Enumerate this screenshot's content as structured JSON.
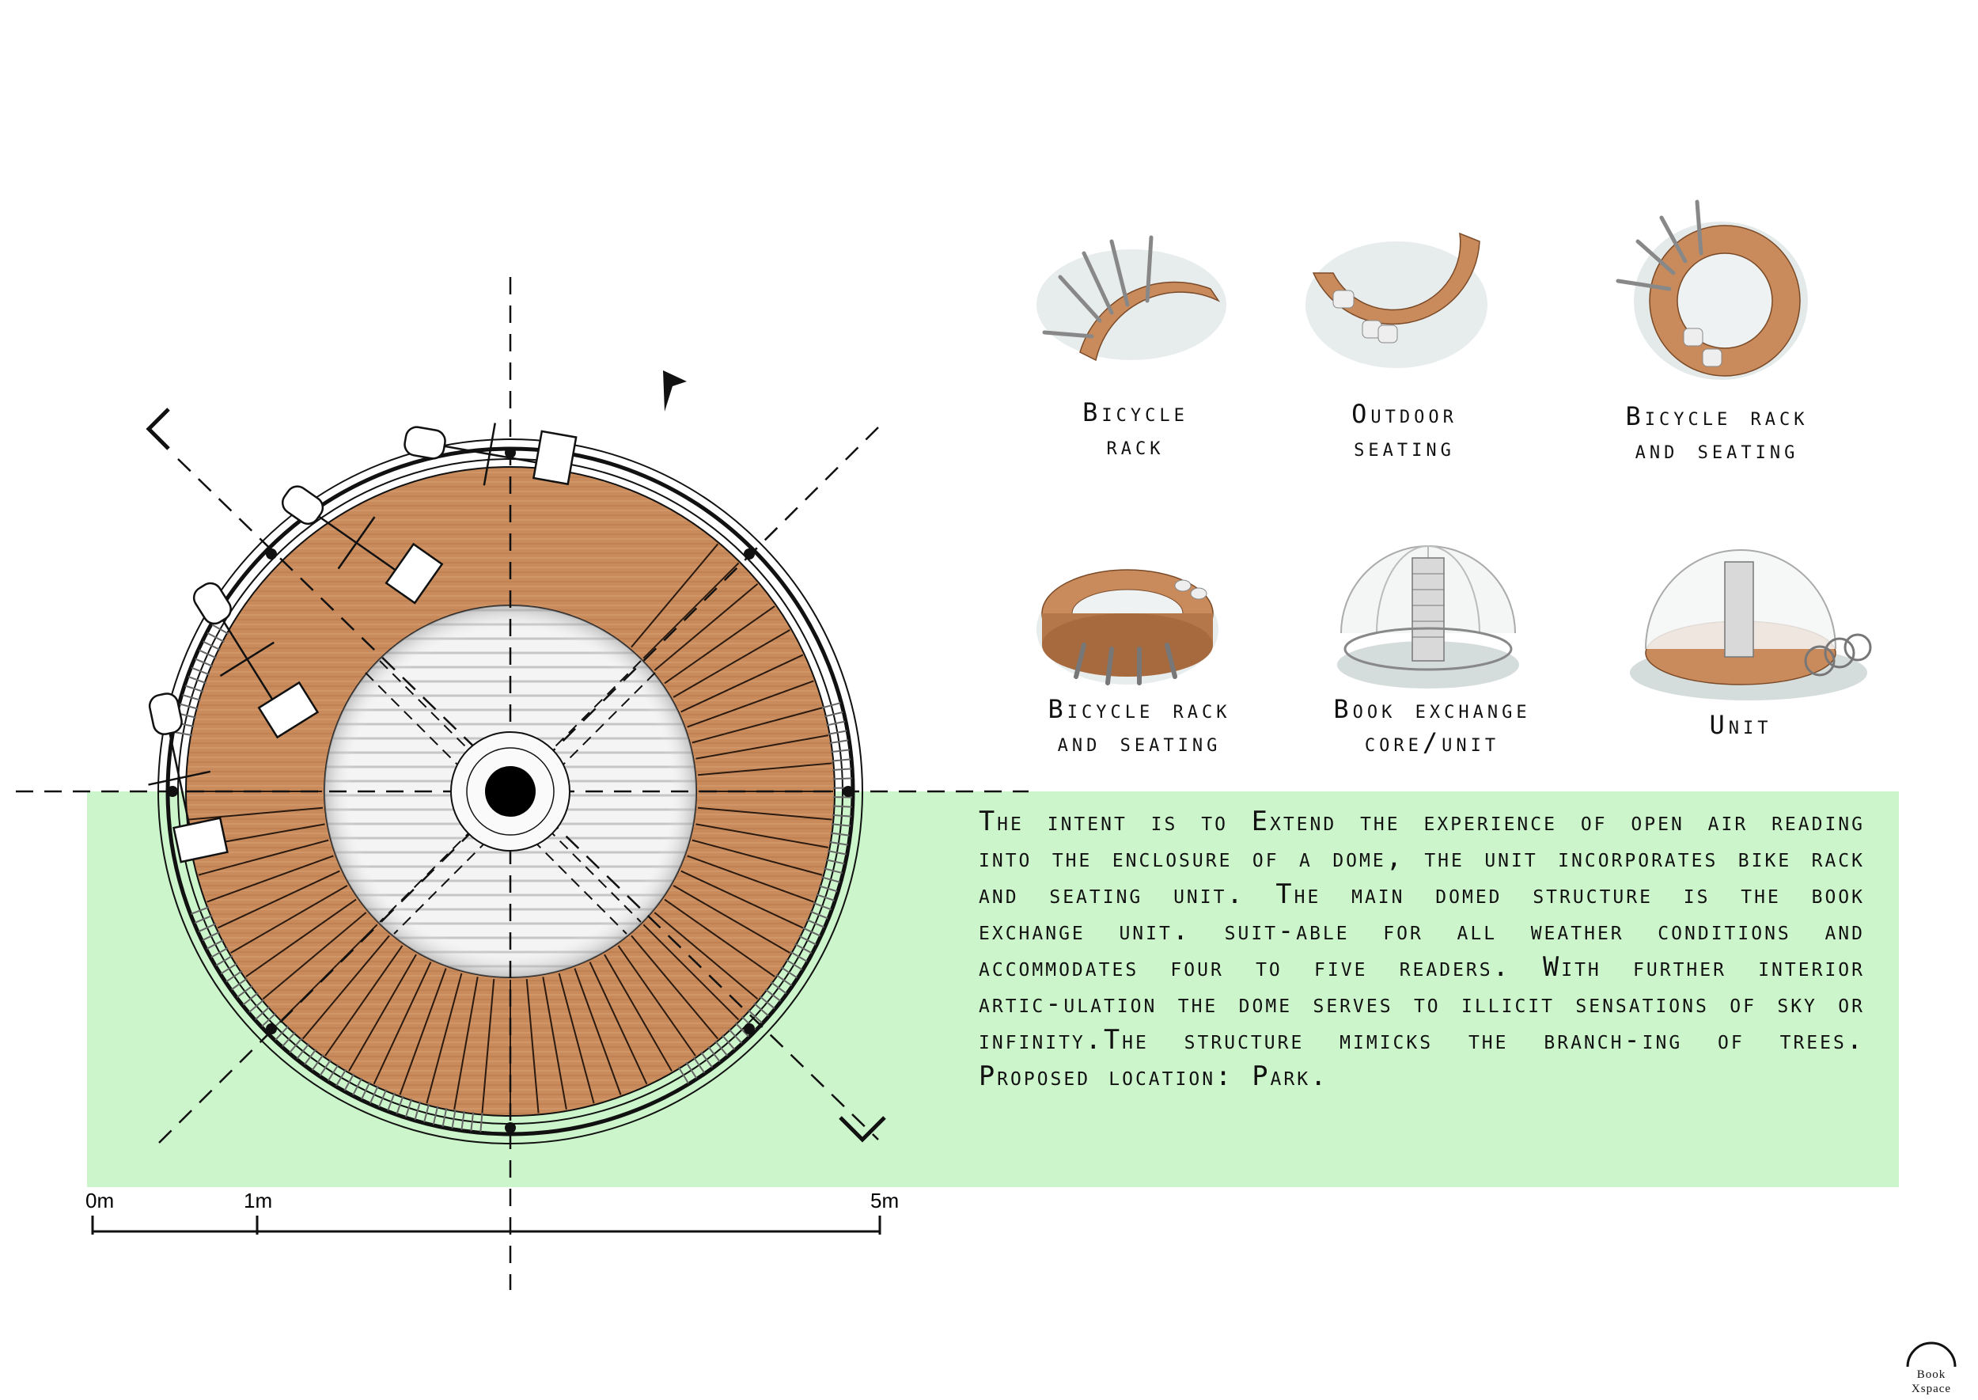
{
  "colors": {
    "green_band": "#ccf5cb",
    "wood": "#c8895a",
    "wood_light": "#d49d6e",
    "line": "#111111"
  },
  "components": [
    {
      "label": "Bicycle\nrack"
    },
    {
      "label": "Outdoor\nseating"
    },
    {
      "label": "Bicycle rack\nand seating"
    },
    {
      "label": "Bicycle rack\nand seating"
    },
    {
      "label": "Book exchange\ncore/unit"
    },
    {
      "label": "Unit"
    }
  ],
  "description": "The intent is to Extend the experience of open air reading into the enclosure of a dome, the unit incorporates bike rack and seating unit. The main domed structure is the book exchange unit. suit-able for all weather conditions and accommodates four to five readers. With further interior artic-ulation the dome serves to illicit sensations of sky or infinity.The structure mimicks the branch-ing of trees. Proposed location: Park.",
  "scale": {
    "ticks": [
      "0m",
      "1m",
      "5m"
    ]
  },
  "logo": {
    "text": "Book\nXspace"
  }
}
